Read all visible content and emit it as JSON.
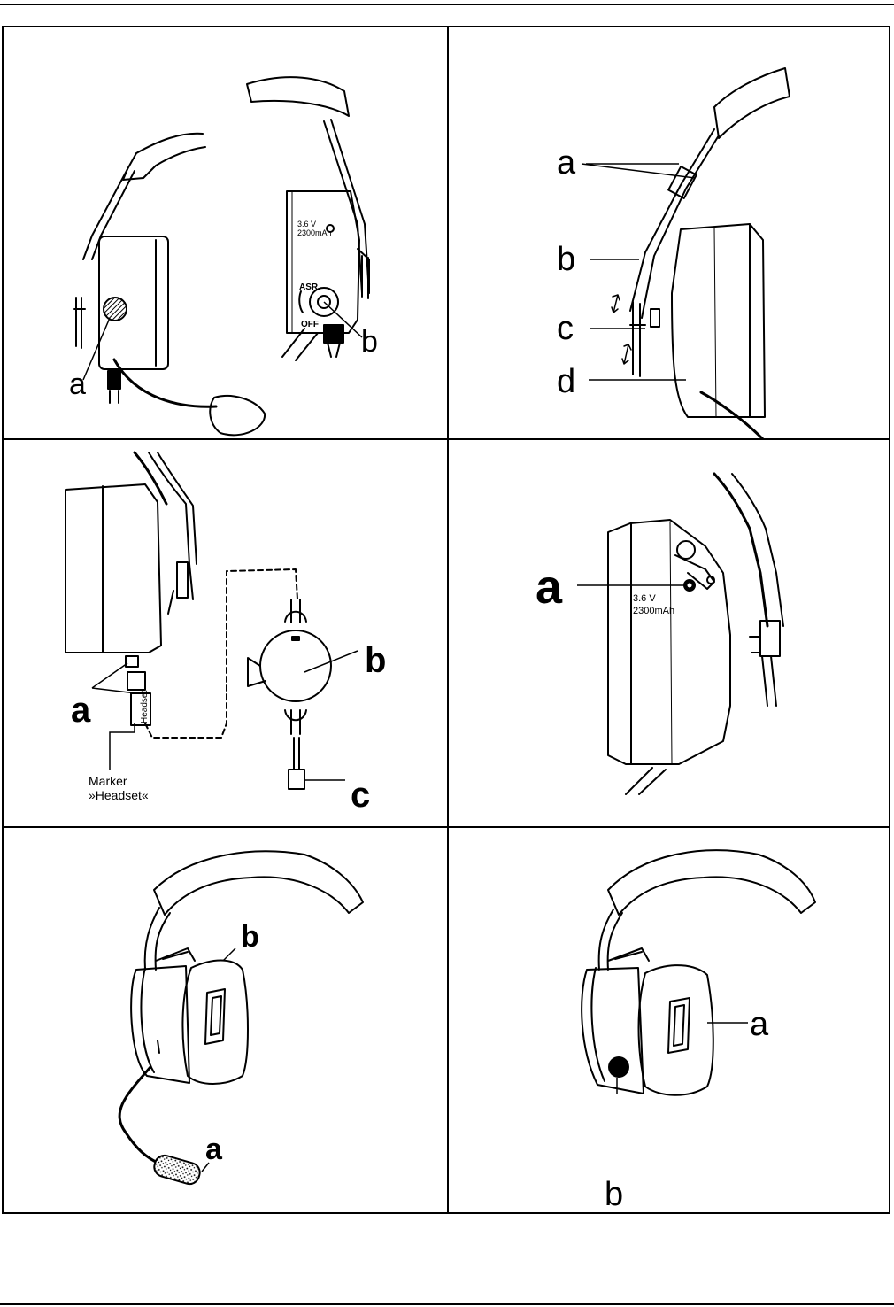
{
  "figures": {
    "fig1": {
      "label_a": "a",
      "label_b": "b",
      "battery_voltage": "3.6 V",
      "battery_capacity": "2300mAh",
      "switch_on": "ASR",
      "switch_off": "OFF"
    },
    "fig2": {
      "label_a": "a",
      "label_b": "b",
      "label_c": "c",
      "label_d": "d"
    },
    "fig3": {
      "label_a": "a",
      "label_b": "b",
      "label_c": "c",
      "marker_tag": "Headset",
      "marker_caption_1": "Marker",
      "marker_caption_2": "»Headset«"
    },
    "fig4": {
      "label_a": "a",
      "battery_voltage": "3.6 V",
      "battery_capacity": "2300mAh"
    },
    "fig5": {
      "label_a": "a",
      "label_b": "b"
    },
    "fig6": {
      "label_a": "a",
      "label_b": "b"
    }
  }
}
